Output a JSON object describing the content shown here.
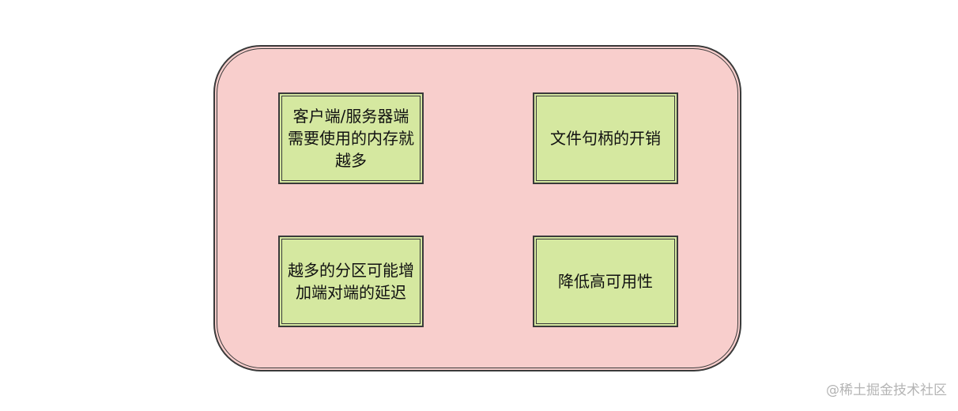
{
  "diagram": {
    "boxes": [
      {
        "label": "客户端/服务器端需要使用的内存就越多"
      },
      {
        "label": "文件句柄的开销"
      },
      {
        "label": "越多的分区可能增加端对端的延迟"
      },
      {
        "label": "降低高可用性"
      }
    ]
  },
  "watermark": "@稀土掘金技术社区"
}
